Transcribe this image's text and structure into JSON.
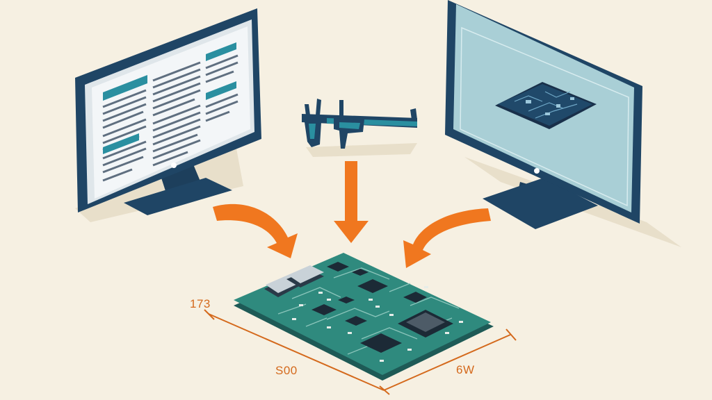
{
  "dimensions": {
    "left_label": "173",
    "bottom_label": "S00",
    "right_label": "6W"
  },
  "colors": {
    "background": "#f6f0e2",
    "monitor_frame": "#1f4565",
    "screen_light": "#f3f6f8",
    "screen_teal": "#a9cfd6",
    "accent_teal": "#2a8fa0",
    "arrow_orange": "#f0771f",
    "pcb_green": "#2f8a7e",
    "chip_dark": "#1c2a36",
    "dimension_line": "#d4691c"
  },
  "icons": [
    "document-monitor-icon",
    "caliper-icon",
    "pcb-render-monitor-icon",
    "circuit-board-icon",
    "arrow-icon"
  ]
}
